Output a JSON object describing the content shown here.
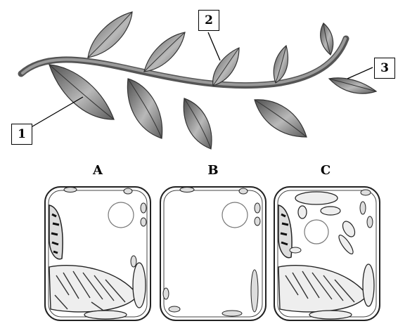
{
  "callouts": [
    {
      "id": "1",
      "text": "1"
    },
    {
      "id": "2",
      "text": "2"
    },
    {
      "id": "3",
      "text": "3"
    }
  ],
  "cells": [
    {
      "id": "A",
      "text": "A"
    },
    {
      "id": "B",
      "text": "B"
    },
    {
      "id": "C",
      "text": "C"
    }
  ],
  "colors": {
    "stem": "#6f6f6f",
    "leaf_dark": "#5a5a5a",
    "leaf_light": "#bdbdbd",
    "outline": "#222222"
  }
}
